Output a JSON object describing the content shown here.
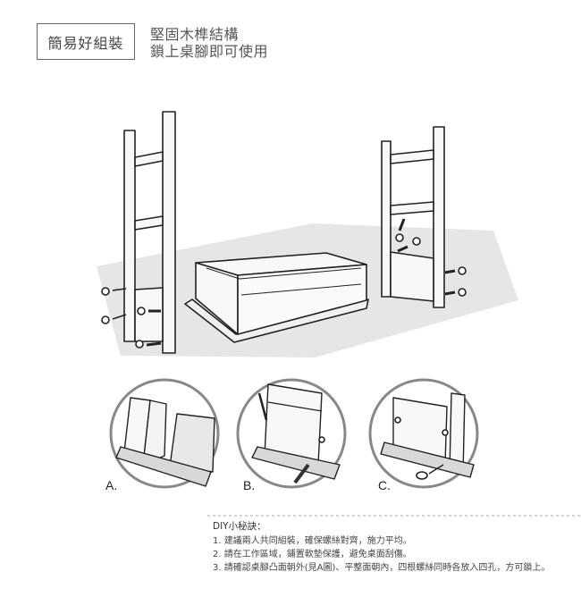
{
  "header": {
    "badge": "簡易好組裝",
    "line1": "堅固木榫結構",
    "line2": "鎖上桌腳即可使用"
  },
  "details": [
    {
      "label": "A."
    },
    {
      "label": "B."
    },
    {
      "label": "C."
    }
  ],
  "tips": {
    "title": "DIY小秘訣：",
    "items": [
      "1. 建議兩人共同組裝，確保螺絲對齊，施力平均。",
      "2. 請在工作區域，鋪置軟墊保護，避免桌面刮傷。",
      "3. 請確認桌腳凸面朝外(見A圖)、平整面朝內，四根螺絲同時各放入四孔，方可鎖上。"
    ]
  },
  "colors": {
    "line": "#222222",
    "floor": "#e6e6e6",
    "frame": "#f7f7f7"
  }
}
